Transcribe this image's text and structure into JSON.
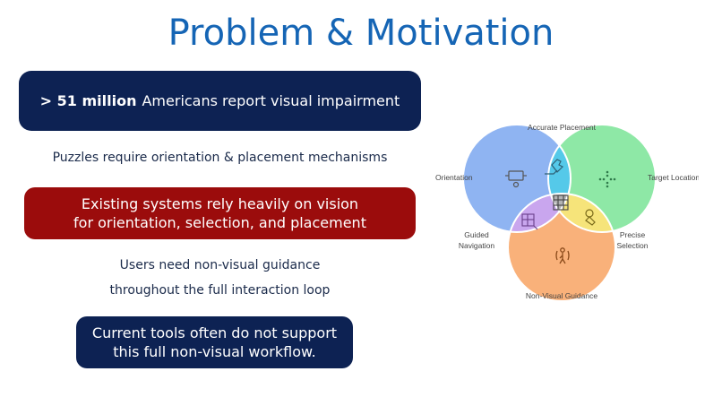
{
  "title": "Problem & Motivation",
  "stat_box": {
    "highlight": "> 51 million",
    "text": "Americans report visual impairment"
  },
  "puzzles_text": "Puzzles require orientation & placement mechanisms",
  "reliance_box": {
    "line1": "Existing systems rely heavily on vision",
    "line2": "for orientation, selection, and placement"
  },
  "guidance_text": {
    "line1": "Users need non-visual guidance",
    "line2": "throughout the full interaction loop"
  },
  "support_box": {
    "line1": "Current tools often do not support",
    "line2": "this full non-visual workflow."
  },
  "venn": {
    "labels": {
      "accurate_placement": "Accurate Placement",
      "orientation": "Orientation",
      "target_location": "Target Location",
      "guided_navigation_1": "Guided",
      "guided_navigation_2": "Navigation",
      "precise_selection_1": "Precise",
      "precise_selection_2": "Selection",
      "non_visual_guidance": "Non-Visual Guidance"
    },
    "colors": {
      "orientation": "#8fb4f2",
      "target_location": "#8ee8a6",
      "non_visual_guidance": "#f9b17a",
      "accurate_placement": "#55c9e9",
      "guided_navigation": "#c9a6ee",
      "precise_selection": "#f6e47a",
      "center": "#b3b3b3"
    }
  }
}
